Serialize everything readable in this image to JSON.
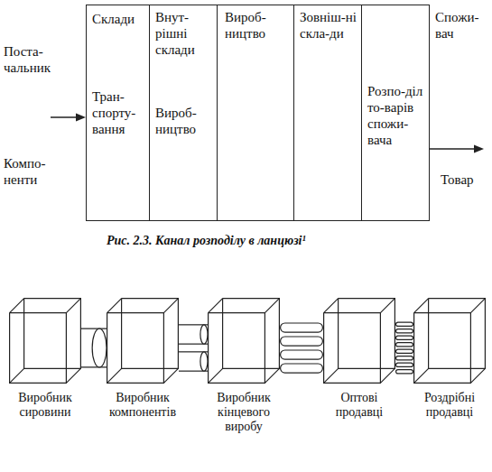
{
  "diagram": {
    "caption": "Рис. 2.3. Канал розподілу в ланцюзі¹",
    "nodes": [
      {
        "text": [
          "Склади",
          "Тран-спорту-вання"
        ]
      },
      {
        "text": [
          "Внут-рішні склади",
          "Вироб-ництво"
        ]
      },
      {
        "text": [
          "Вироб-ництво"
        ]
      },
      {
        "text": [
          "Зовніш-ні скла-ди"
        ]
      },
      {
        "text": [
          "Розпо-діл то-варів спожи-вача"
        ]
      },
      {
        "text": [
          "Виробник сировини"
        ]
      },
      {
        "text": [
          "Виробник компонентів"
        ]
      },
      {
        "text": [
          "Виробник кінцевого виробу"
        ]
      },
      {
        "text": [
          "Оптові продавці"
        ]
      },
      {
        "text": [
          "Роздрібні продавці"
        ]
      }
    ],
    "edges": [
      {
        "from": 5,
        "to": 6,
        "arrow": "none"
      },
      {
        "from": 6,
        "to": 7,
        "arrow": "none"
      },
      {
        "from": 6,
        "to": 7,
        "arrow": "none"
      },
      {
        "from": 7,
        "to": 8,
        "arrow": "none"
      },
      {
        "from": 7,
        "to": 8,
        "arrow": "none"
      },
      {
        "from": 7,
        "to": 8,
        "arrow": "none"
      },
      {
        "from": 7,
        "to": 8,
        "arrow": "none"
      },
      {
        "from": 8,
        "to": 9,
        "arrow": "none"
      },
      {
        "from": 8,
        "to": 9,
        "arrow": "none"
      },
      {
        "from": 8,
        "to": 9,
        "arrow": "none"
      },
      {
        "from": 8,
        "to": 9,
        "arrow": "none"
      },
      {
        "from": 8,
        "to": 9,
        "arrow": "none"
      },
      {
        "from": 8,
        "to": 9,
        "arrow": "none"
      },
      {
        "from": 8,
        "to": 9,
        "arrow": "none"
      },
      {
        "from": 8,
        "to": 9,
        "arrow": "none"
      }
    ],
    "labels": [
      "Поста-чальник",
      "Компо-ненти",
      "Спожи-вач",
      "Товар"
    ]
  }
}
